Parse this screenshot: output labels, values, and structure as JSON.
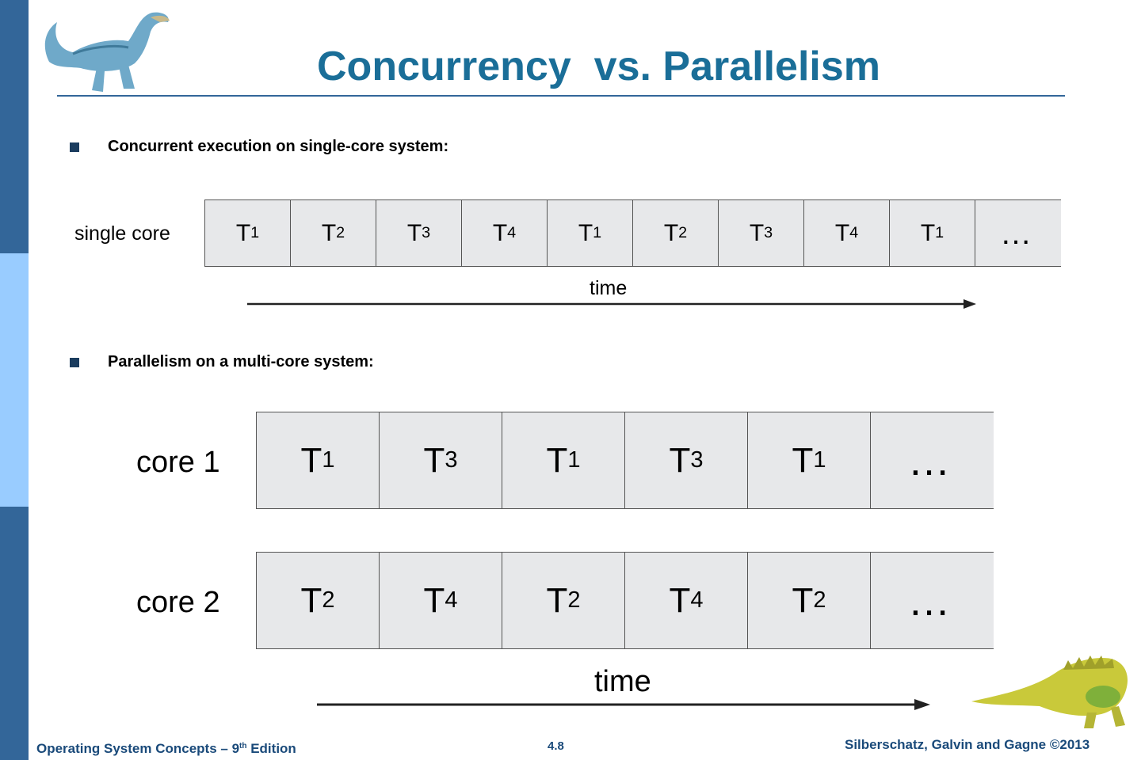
{
  "slide": {
    "title": "Concurrency  vs. Parallelism",
    "bullets": [
      "Concurrent execution on single-core system:",
      "Parallelism on a multi-core system:"
    ]
  },
  "single_core": {
    "label": "single core",
    "time_label": "time",
    "cells": [
      {
        "t": "T",
        "n": "1"
      },
      {
        "t": "T",
        "n": "2"
      },
      {
        "t": "T",
        "n": "3"
      },
      {
        "t": "T",
        "n": "4"
      },
      {
        "t": "T",
        "n": "1"
      },
      {
        "t": "T",
        "n": "2"
      },
      {
        "t": "T",
        "n": "3"
      },
      {
        "t": "T",
        "n": "4"
      },
      {
        "t": "T",
        "n": "1"
      },
      {
        "t": "…",
        "n": ""
      }
    ]
  },
  "multi_core": {
    "time_label": "time",
    "cores": [
      {
        "label": "core 1",
        "cells": [
          {
            "t": "T",
            "n": "1"
          },
          {
            "t": "T",
            "n": "3"
          },
          {
            "t": "T",
            "n": "1"
          },
          {
            "t": "T",
            "n": "3"
          },
          {
            "t": "T",
            "n": "1"
          },
          {
            "t": "…",
            "n": ""
          }
        ]
      },
      {
        "label": "core 2",
        "cells": [
          {
            "t": "T",
            "n": "2"
          },
          {
            "t": "T",
            "n": "4"
          },
          {
            "t": "T",
            "n": "2"
          },
          {
            "t": "T",
            "n": "4"
          },
          {
            "t": "T",
            "n": "2"
          },
          {
            "t": "…",
            "n": ""
          }
        ]
      }
    ]
  },
  "footer": {
    "left_prefix": "Operating System Concepts – 9",
    "left_sup": "th",
    "left_suffix": " Edition",
    "center": "4.8",
    "right": "Silberschatz, Galvin and Gagne ©2013"
  },
  "colors": {
    "sidebar_dark": "#336699",
    "sidebar_light": "#99ccff",
    "title": "#1a6e98",
    "cell_fill": "#e7e8ea"
  },
  "icons": [
    "dinosaur-icon"
  ]
}
